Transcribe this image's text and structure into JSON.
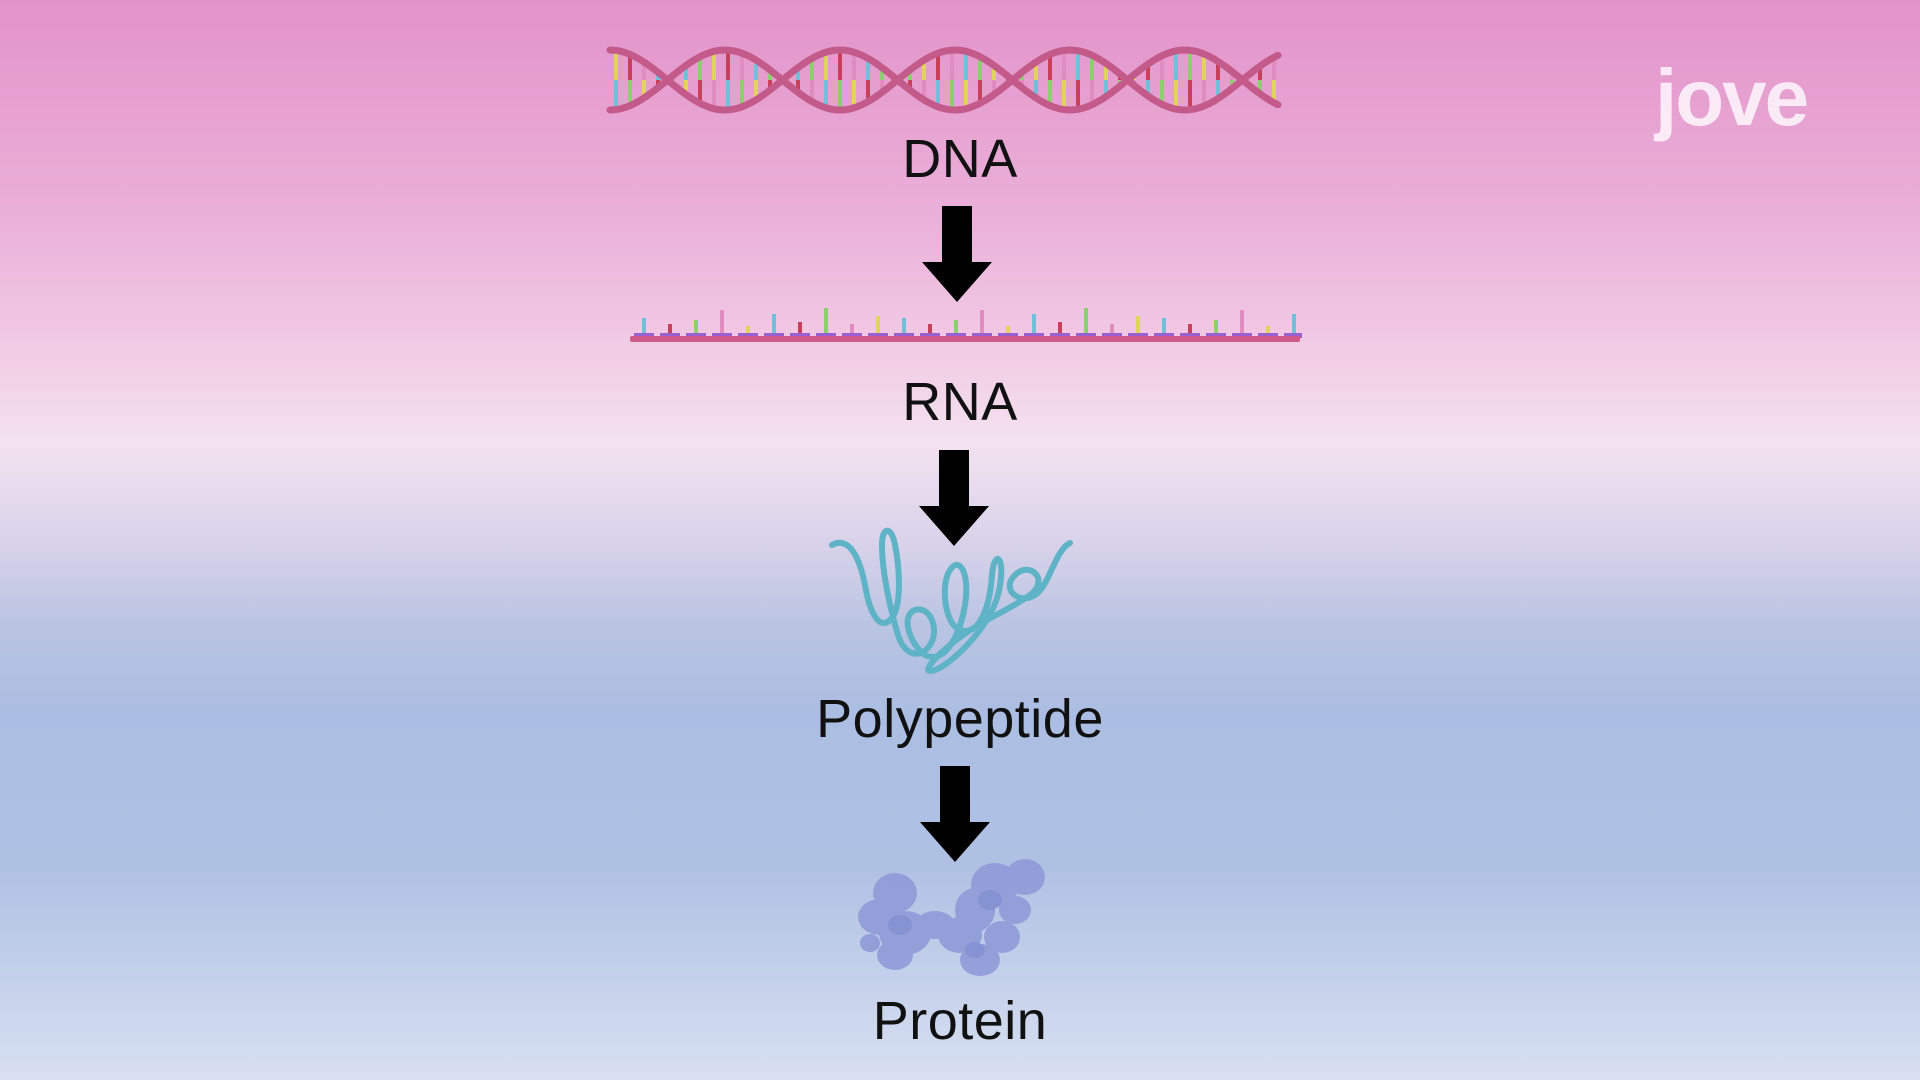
{
  "labels": {
    "dna": "DNA",
    "rna": "RNA",
    "polypeptide": "Polypeptide",
    "protein": "Protein"
  },
  "logo": {
    "text": "jove"
  },
  "colors": {
    "dna_backbone": "#c45a8a",
    "rna_backbone": "#cf5a8a",
    "polypeptide": "#5fb3c6",
    "protein": "#8f9bd8",
    "arrow": "#000000",
    "bases": [
      "#6fc0d8",
      "#8ccf6e",
      "#e0d45a",
      "#c9405a",
      "#e08cc0"
    ]
  },
  "icons": [
    "dna-helix-icon",
    "rna-strand-icon",
    "polypeptide-chain-icon",
    "protein-blob-icon",
    "down-arrow-icon"
  ]
}
